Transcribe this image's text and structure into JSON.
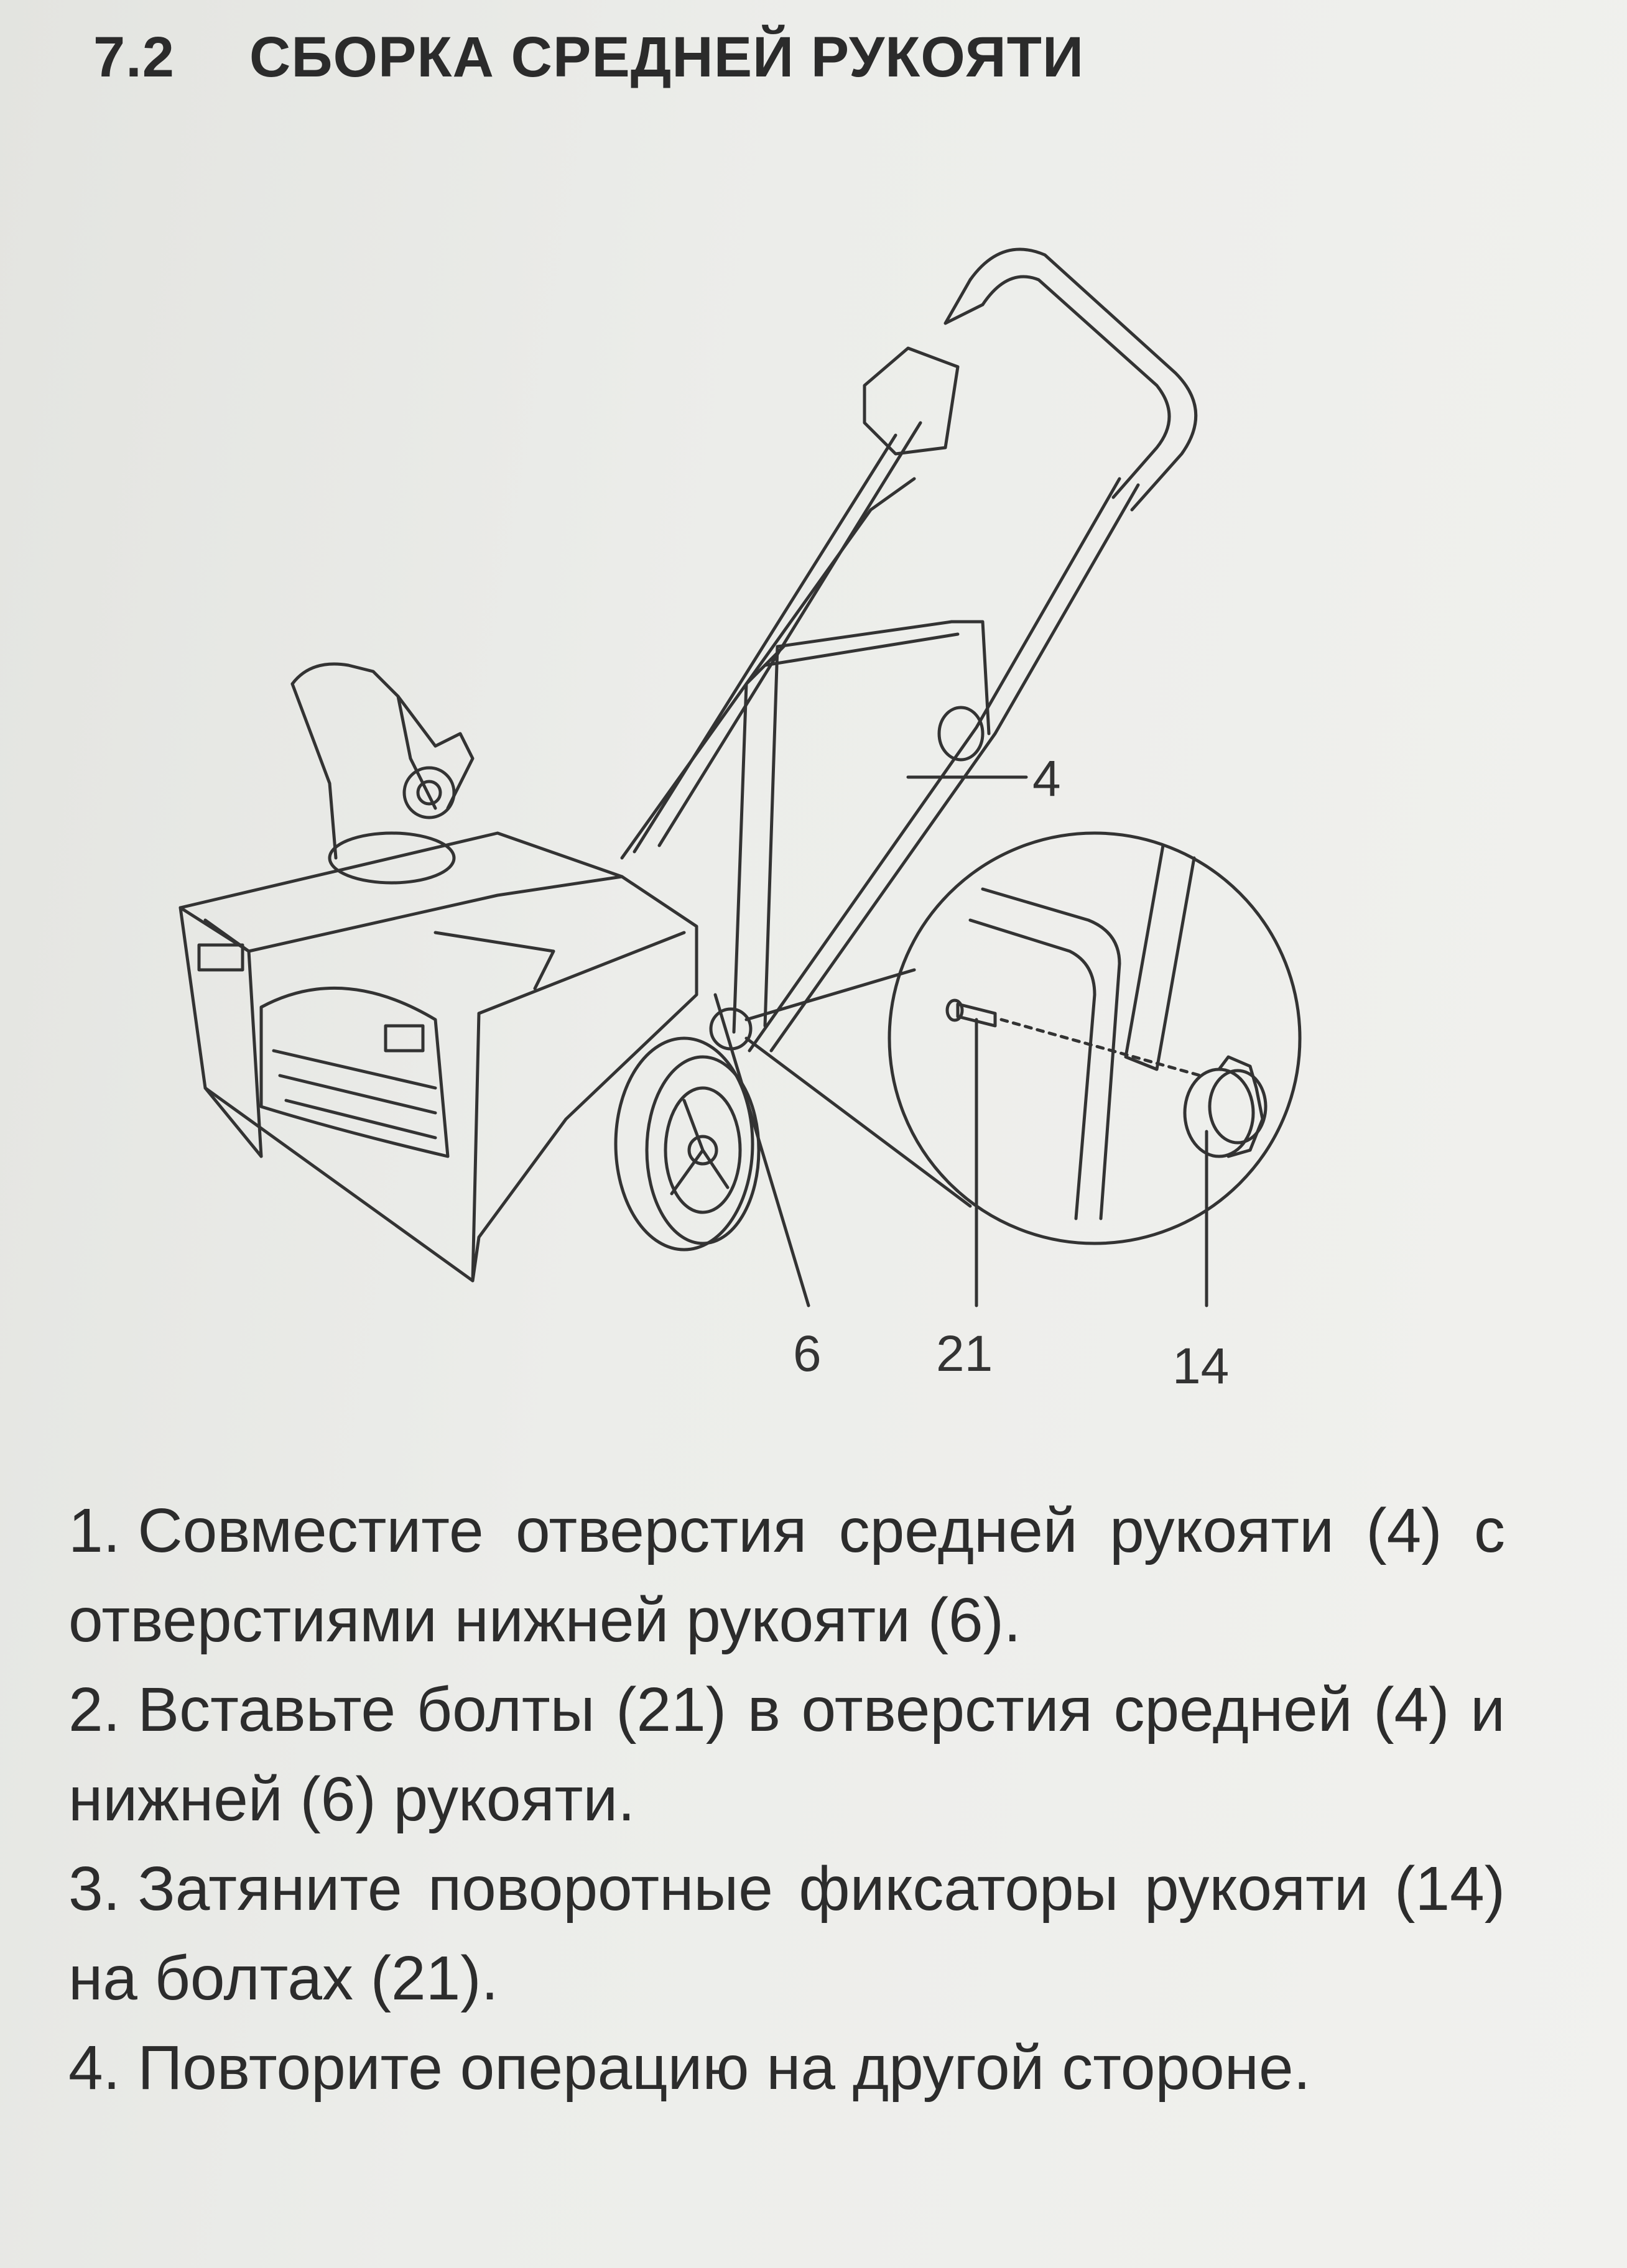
{
  "section": {
    "number": "7.2",
    "title": "СБОРКА СРЕДНЕЙ РУКОЯТИ"
  },
  "diagram": {
    "callouts": {
      "middle_handle": "4",
      "lower_handle": "6",
      "bolt": "21",
      "knob": "14"
    }
  },
  "instructions": [
    {
      "n": "1.",
      "text": "Совместите отверстия средней рукояти (4) с отверстиями нижней рукояти (6)."
    },
    {
      "n": "2.",
      "text": "Вставьте болты (21) в отверстия средней (4) и нижней (6) рукояти."
    },
    {
      "n": "3.",
      "text": "Затяните поворотные фиксаторы рукояти (14) на болтах (21)."
    },
    {
      "n": "4.",
      "text": "Повторите операцию на другой стороне."
    }
  ]
}
